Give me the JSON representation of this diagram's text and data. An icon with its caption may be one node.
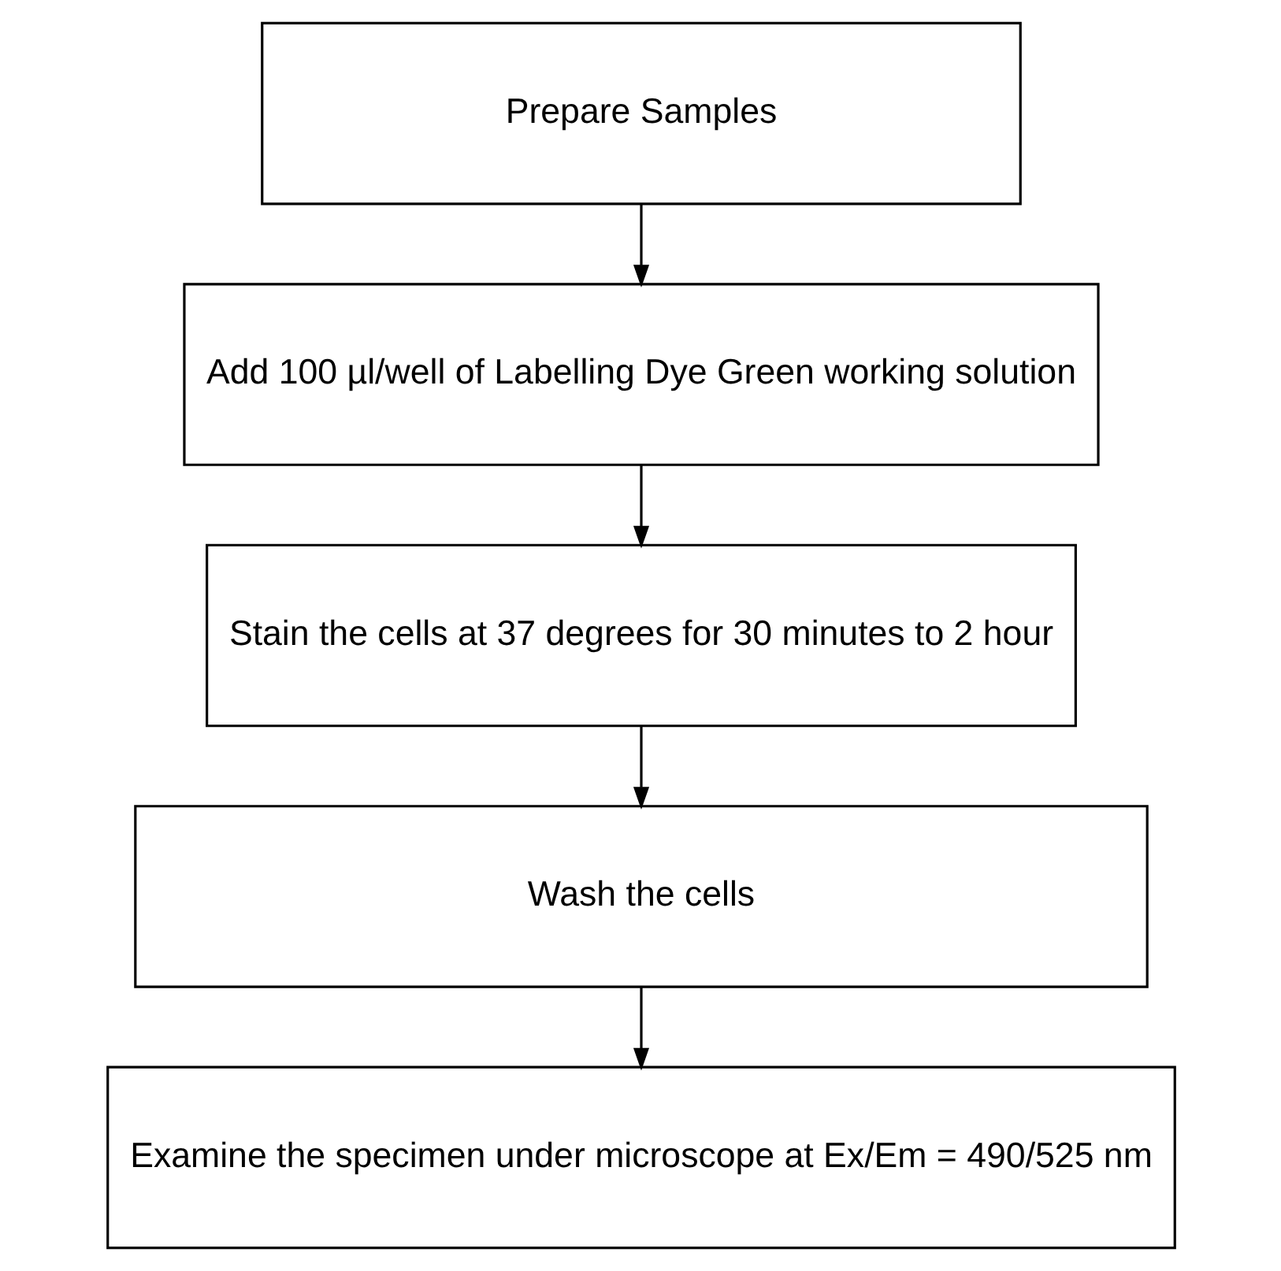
{
  "diagram": {
    "nodes": [
      {
        "text": [
          "Prepare Samples"
        ]
      },
      {
        "text": [
          "Add 100 µl/well of Labelling Dye Green working solution"
        ]
      },
      {
        "text": [
          "Stain the cells at 37 degrees for 30 minutes to 2 hour"
        ]
      },
      {
        "text": [
          "Wash the cells"
        ]
      },
      {
        "text": [
          "Examine the specimen under microscope at Ex/Em = 490/525 nm"
        ]
      }
    ],
    "edges": [
      {
        "from": 0,
        "to": 1,
        "arrow": "to"
      },
      {
        "from": 1,
        "to": 2,
        "arrow": "to"
      },
      {
        "from": 2,
        "to": 3,
        "arrow": "to"
      },
      {
        "from": 3,
        "to": 4,
        "arrow": "to"
      }
    ]
  }
}
